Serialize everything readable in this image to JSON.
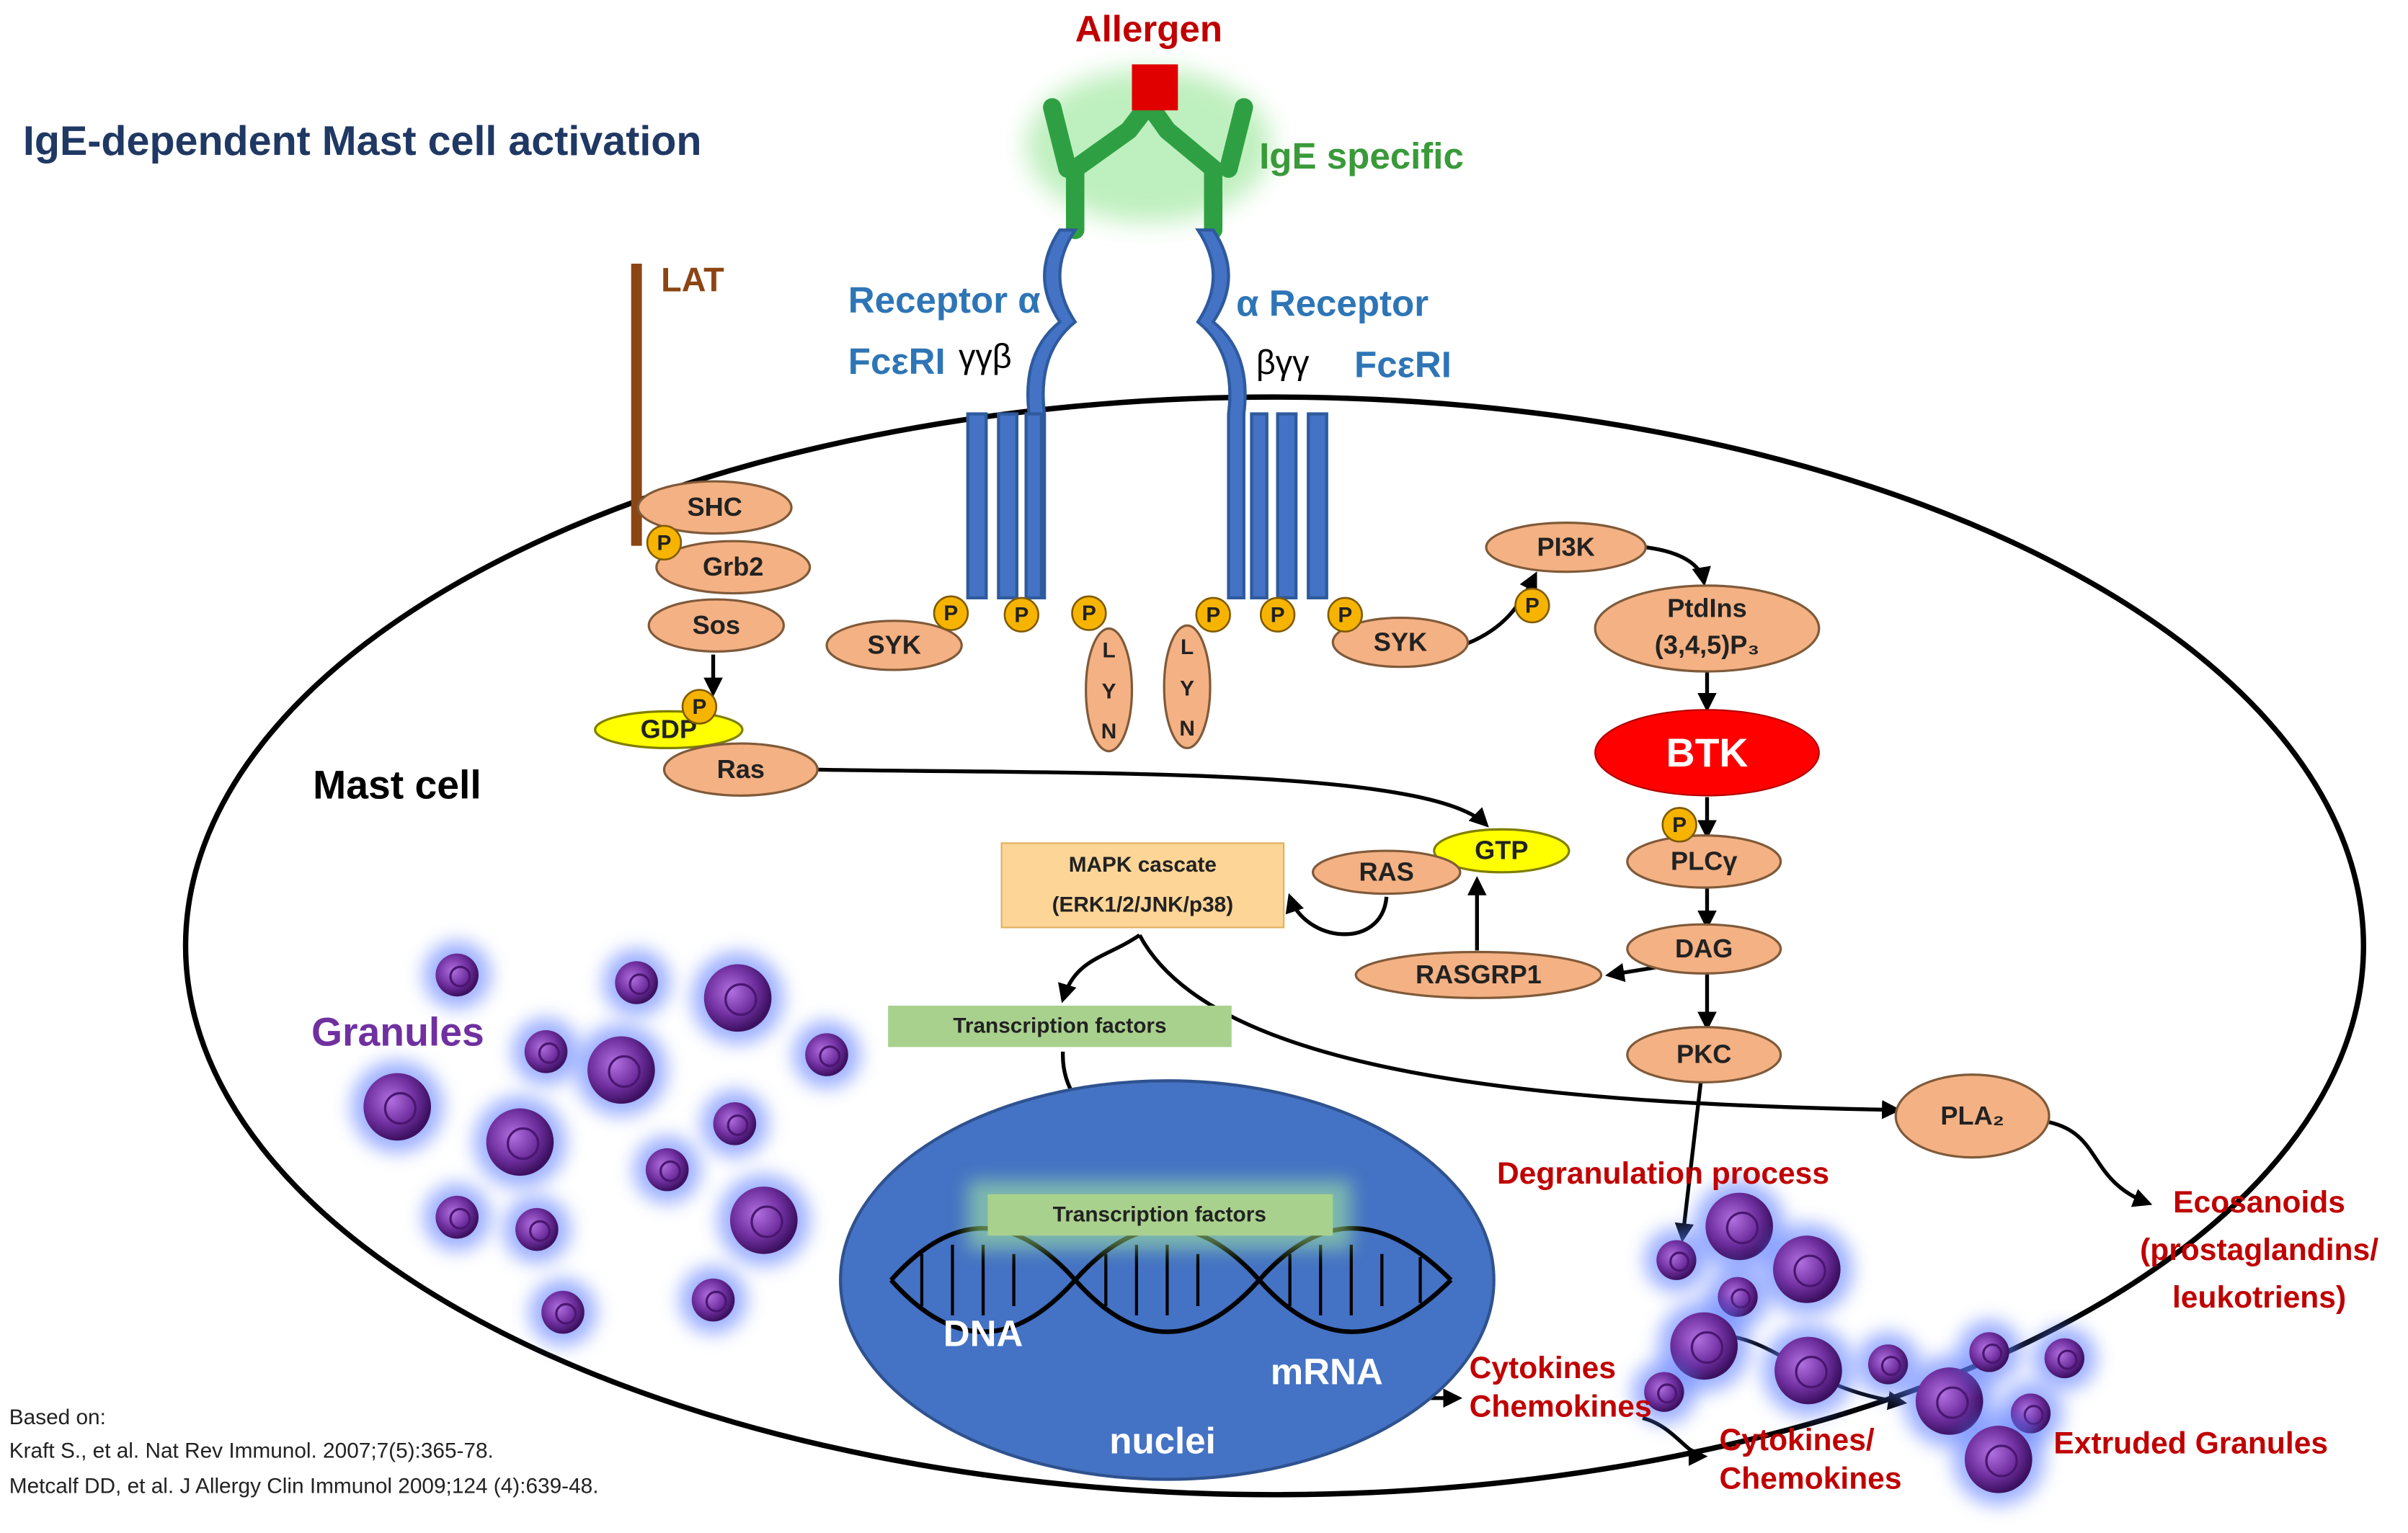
{
  "title": "IgE-dependent Mast cell activation",
  "labels": {
    "allergen": "Allergen",
    "ige": "IgE specific",
    "lat": "LAT",
    "receptor_left": "Receptor α",
    "fceri_left": "FcεRI",
    "chains_left": "γγβ",
    "receptor_right": "α Receptor",
    "fceri_right": "FcεRI",
    "chains_right": "βγγ",
    "mast_cell": "Mast cell",
    "granules": "Granules",
    "dna": "DNA",
    "mrna": "mRNA",
    "nuclei": "nuclei",
    "degranulation": "Degranulation process",
    "ecosanoids": [
      "Ecosanoids",
      "(prostaglandins/",
      "leukotriens)"
    ],
    "cytokines_inner": [
      "Cytokines",
      "Chemokines"
    ],
    "cytokines_outer": [
      "Cytokines/",
      "Chemokines"
    ],
    "extruded": "Extruded Granules"
  },
  "nodes": {
    "shc": "SHC",
    "grb2": "Grb2",
    "sos": "Sos",
    "gdp": "GDP",
    "ras_left": "Ras",
    "syk_left": "SYK",
    "syk_right": "SYK",
    "lyn": [
      "L",
      "Y",
      "N"
    ],
    "pi3k": "PI3K",
    "ptdins": [
      "PtdIns",
      "(3,4,5)P₃"
    ],
    "btk": "BTK",
    "plcg": "PLCγ",
    "dag": "DAG",
    "pkc": "PKC",
    "gtp": "GTP",
    "ras": "RAS",
    "rasgrp1": "RASGRP1",
    "pla2": "PLA₂",
    "mapk": [
      "MAPK cascate",
      "(ERK1/2/JNK/p38)"
    ],
    "tf": "Transcription factors",
    "tf_nucleus": "Transcription factors",
    "phospho": "P"
  },
  "references": {
    "heading": "Based on:",
    "items": [
      "Kraft S., et al. Nat Rev Immunol. 2007;7(5):365-78.",
      "Metcalf DD, et al. J Allergy Clin Immunol 2009;124 (4):639-48."
    ]
  },
  "colors": {
    "title": "#1f3864",
    "receptor": "#2e75b6",
    "ige": "#3a9a3a",
    "allergen": "#c00000",
    "lat": "#8b4513",
    "node": "#f4b183",
    "btk": "#ff0000",
    "nucleus": "#4472c4",
    "granule": "#7030a0",
    "red_text": "#c00000"
  }
}
